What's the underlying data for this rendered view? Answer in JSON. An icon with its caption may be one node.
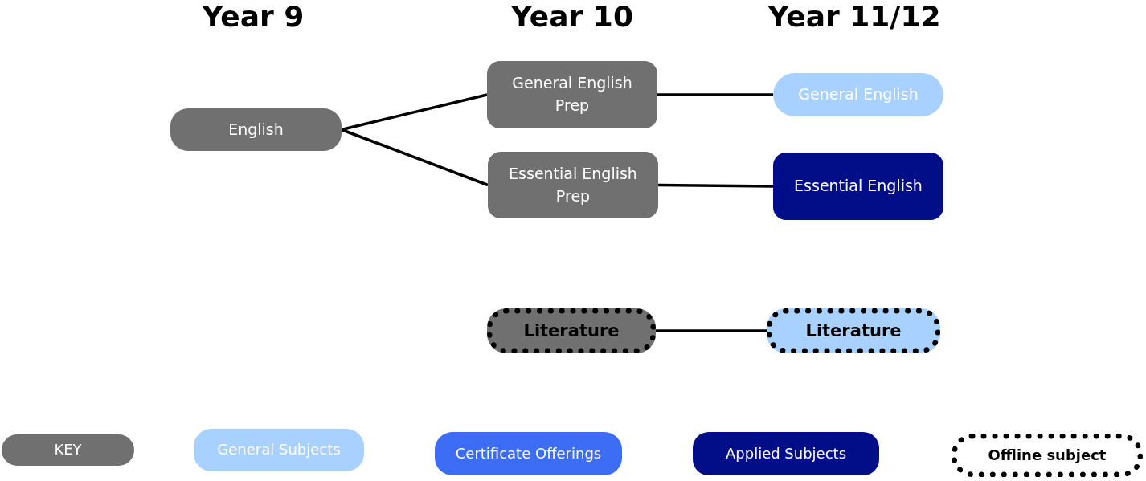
{
  "diagram": {
    "nodes": [
      {
        "text": [
          "English"
        ]
      },
      {
        "text": [
          "General English Prep"
        ]
      },
      {
        "text": [
          "Essential English Prep"
        ]
      },
      {
        "text": [
          "General English"
        ]
      },
      {
        "text": [
          "Essential English"
        ]
      },
      {
        "text": [
          "Literature"
        ]
      },
      {
        "text": [
          "Literature"
        ]
      }
    ],
    "edges": [
      {
        "from": 0,
        "to": 1,
        "arrow": "none"
      },
      {
        "from": 0,
        "to": 2,
        "arrow": "none"
      },
      {
        "from": 1,
        "to": 3,
        "arrow": "none"
      },
      {
        "from": 2,
        "to": 4,
        "arrow": "none"
      },
      {
        "from": 5,
        "to": 6,
        "arrow": "none"
      }
    ],
    "labels": [
      "Year 9",
      "Year 10",
      "Year 11/12"
    ],
    "legend": [
      {
        "text": "KEY",
        "color": "#707070"
      },
      {
        "text": "General Subjects",
        "color": "#a8d1ff"
      },
      {
        "text": "Certificate Offerings",
        "color": "#3d6cf5"
      },
      {
        "text": "Applied Subjects",
        "color": "#020e87"
      },
      {
        "text": "Offline subject"
      }
    ]
  }
}
